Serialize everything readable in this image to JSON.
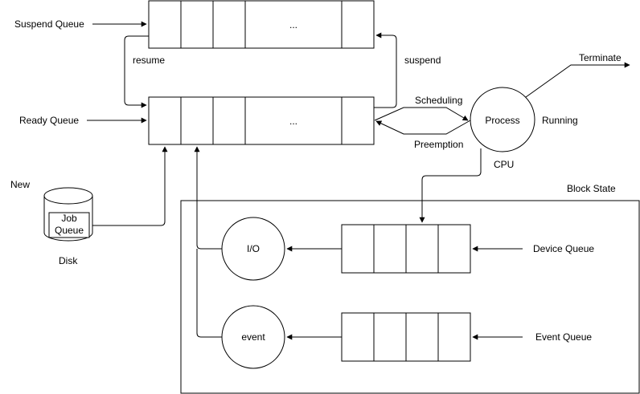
{
  "labels": {
    "suspend_queue": "Suspend Queue",
    "ready_queue": "Ready Queue",
    "resume": "resume",
    "suspend": "suspend",
    "scheduling": "Scheduling",
    "preemption": "Preemption",
    "terminate": "Terminate",
    "running": "Running",
    "cpu": "CPU",
    "new": "New",
    "disk": "Disk",
    "block_state": "Block State",
    "device_queue": "Device Queue",
    "event_queue": "Event Queue",
    "ellipsis": "..."
  },
  "nodes": {
    "process": "Process",
    "io": "I/O",
    "event": "event",
    "job_queue_line1": "Job",
    "job_queue_line2": "Queue"
  },
  "colors": {
    "stroke": "#000000",
    "background": "#ffffff"
  }
}
